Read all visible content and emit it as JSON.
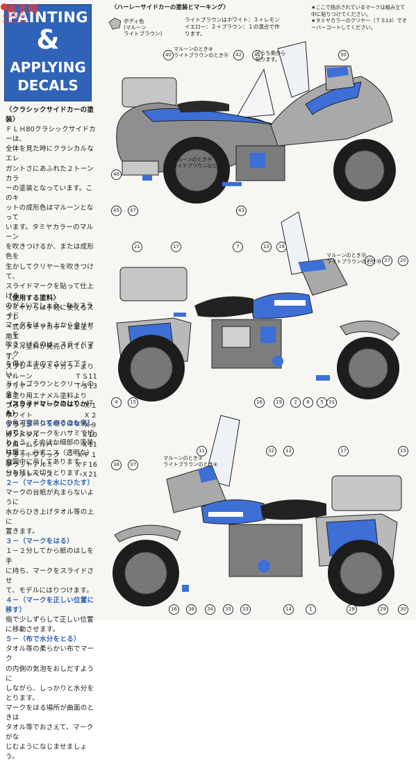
{
  "watermark": {
    "text": "高手网",
    "url": "gao-shou-wang.com"
  },
  "title": {
    "line1": "PAINTING",
    "line2": "&",
    "line3": "APPLYING",
    "line4": "DECALS"
  },
  "header": {
    "center_title": "〈ハーレーサイドカーの塗装とマーキング〉",
    "swatch_label_1": "ボディ色",
    "swatch_label_2": "(マルーン",
    "swatch_label_3": "ライトブラウン)",
    "mix_note_1": "ライトブラウンはホワイト：３＋レモン",
    "mix_note_2": "イエロー：２＋ブラウン：１の混合で作",
    "mix_note_3": "ります。",
    "right_note_1": "★ここで指示されているマークは組み立て",
    "right_note_2": "中に貼りつけてください。",
    "right_note_3": "★タミヤカラーのクリヤー（ＴＳ13）でオ",
    "right_note_4": "ーバーコートしてください。"
  },
  "intro": {
    "heading": "〈クラシックサイドカーの塗装〉",
    "body": [
      "ＦＬＨ80クラシックサイドカーは、",
      "全体を見た時にクラシカルなエレ",
      "ガントさにあふれた２トーンカラ",
      "ーの塗装となっています。このキ",
      "ットの成形色はマルーンとなって",
      "います。タミヤカラーのマルーン",
      "を吹きつけるか、または成形色を",
      "生かしてクリヤーを吹きつけて、",
      "スライドマークを貼って仕上げる",
      "のがよいでしょう。なおスライド",
      "マークをはった上からクリヤーを",
      "吹きつけるのは、スライドマーク",
      "を傷めますのでさけて下さい。",
      "ライトブラウンとクリームの２ト",
      "ーンカラーとしたりして、好み",
      "の色で塗装してみるのも楽しいで",
      "しょう。そのほか細部の塗装は組",
      "立図中に示してあります。"
    ]
  },
  "paints": {
    "heading": "〈使用する塗料〉",
    "body": [
      "タミヤからは手軽に使えるスプレ",
      "ー式のタミヤカラーと筆塗り用エ",
      "ナメル塗料が発売されています。",
      "スプレー式タミヤカラーより"
    ],
    "spray": [
      {
        "name": "マルーン",
        "code": "ＴＳ11"
      },
      {
        "name": "クリヤー",
        "code": "ＴＳ13"
      }
    ],
    "enamel_heading": "筆塗り用エナメル塗料より",
    "enamel": [
      {
        "name": "ブラック",
        "code": "Ｘ１"
      },
      {
        "name": "ホワイト",
        "code": "Ｘ２"
      },
      {
        "name": "ブラウン",
        "code": "Ｘ９"
      },
      {
        "name": "ガンメタル",
        "code": "Ｘ10"
      },
      {
        "name": "クロームシルバー",
        "code": "Ｘ11"
      },
      {
        "name": "フラットブラック",
        "code": "ＸＦ１"
      },
      {
        "name": "フラットアルミ",
        "code": "ＸＦ16"
      },
      {
        "name": "フラットベース",
        "code": "Ｘ21"
      }
    ]
  },
  "decals": {
    "heading": "〈スライドマークのはりかた〉",
    "steps": [
      {
        "title": "１－（マークを切りはなす）",
        "lines": [
          "はりたいマークをハサミで切りと",
          "ります。必ずニス（透明な）部",
          "分を残して切りとります。"
        ]
      },
      {
        "title": "２－（マークを水にひたす）",
        "lines": [
          "マークの台紙が丸まらないように",
          "水からひき上げタオル等の上に",
          "置きます。"
        ]
      },
      {
        "title": "３－（マークをはる）",
        "lines": [
          "１－２分してから紙のはしを手",
          "に持ち、マークをスライドさせ",
          "て、モデルにはりつけます。"
        ]
      },
      {
        "title": "４－（マークを正しい位置に移す）",
        "lines": [
          "指で少しずらして正しい位置",
          "に移動させます。"
        ]
      },
      {
        "title": "５－（布で水分をとる）",
        "lines": [
          "タオル等の柔らかい布でマーク",
          "の内側の気泡をおしだすように",
          "しながら、しっかりと水分をとります。"
        ]
      }
    ],
    "footer": [
      "マークをはる場所が曲面のときは",
      "タオル等でおさえて、マークがな",
      "じむようになじませましょう。"
    ]
  },
  "diagram1": {
    "callouts": [
      "40",
      "42",
      "41",
      "30",
      "45",
      "47",
      "46",
      "43"
    ],
    "note_upper": "マルーンのとき⑩\nライトブラウンのとき⑫",
    "note_right": "⑪うち側から\n貼ります。",
    "note_lower": "マルーンのとき⑭\nライトブラウンのとき⑮"
  },
  "diagram2": {
    "callouts": [
      "21",
      "17",
      "7",
      "13",
      "18",
      "22",
      "37",
      "20",
      "4",
      "15",
      "16",
      "19",
      "2",
      "8",
      "5",
      "31"
    ],
    "note": "マルーンのとき⑲\nライトブラウンのとき⑳"
  },
  "diagram3": {
    "callouts": [
      "36",
      "37",
      "11",
      "32",
      "12",
      "17",
      "15",
      "14",
      "33",
      "35",
      "34",
      "38",
      "16",
      "1",
      "28",
      "29",
      "30"
    ],
    "note": "マルーンのとき③\nライトブラウンのとき④"
  },
  "colors": {
    "blue": "#3d6fd6",
    "gray": "#b8b8b8",
    "title_blue": "#2f63b8"
  }
}
